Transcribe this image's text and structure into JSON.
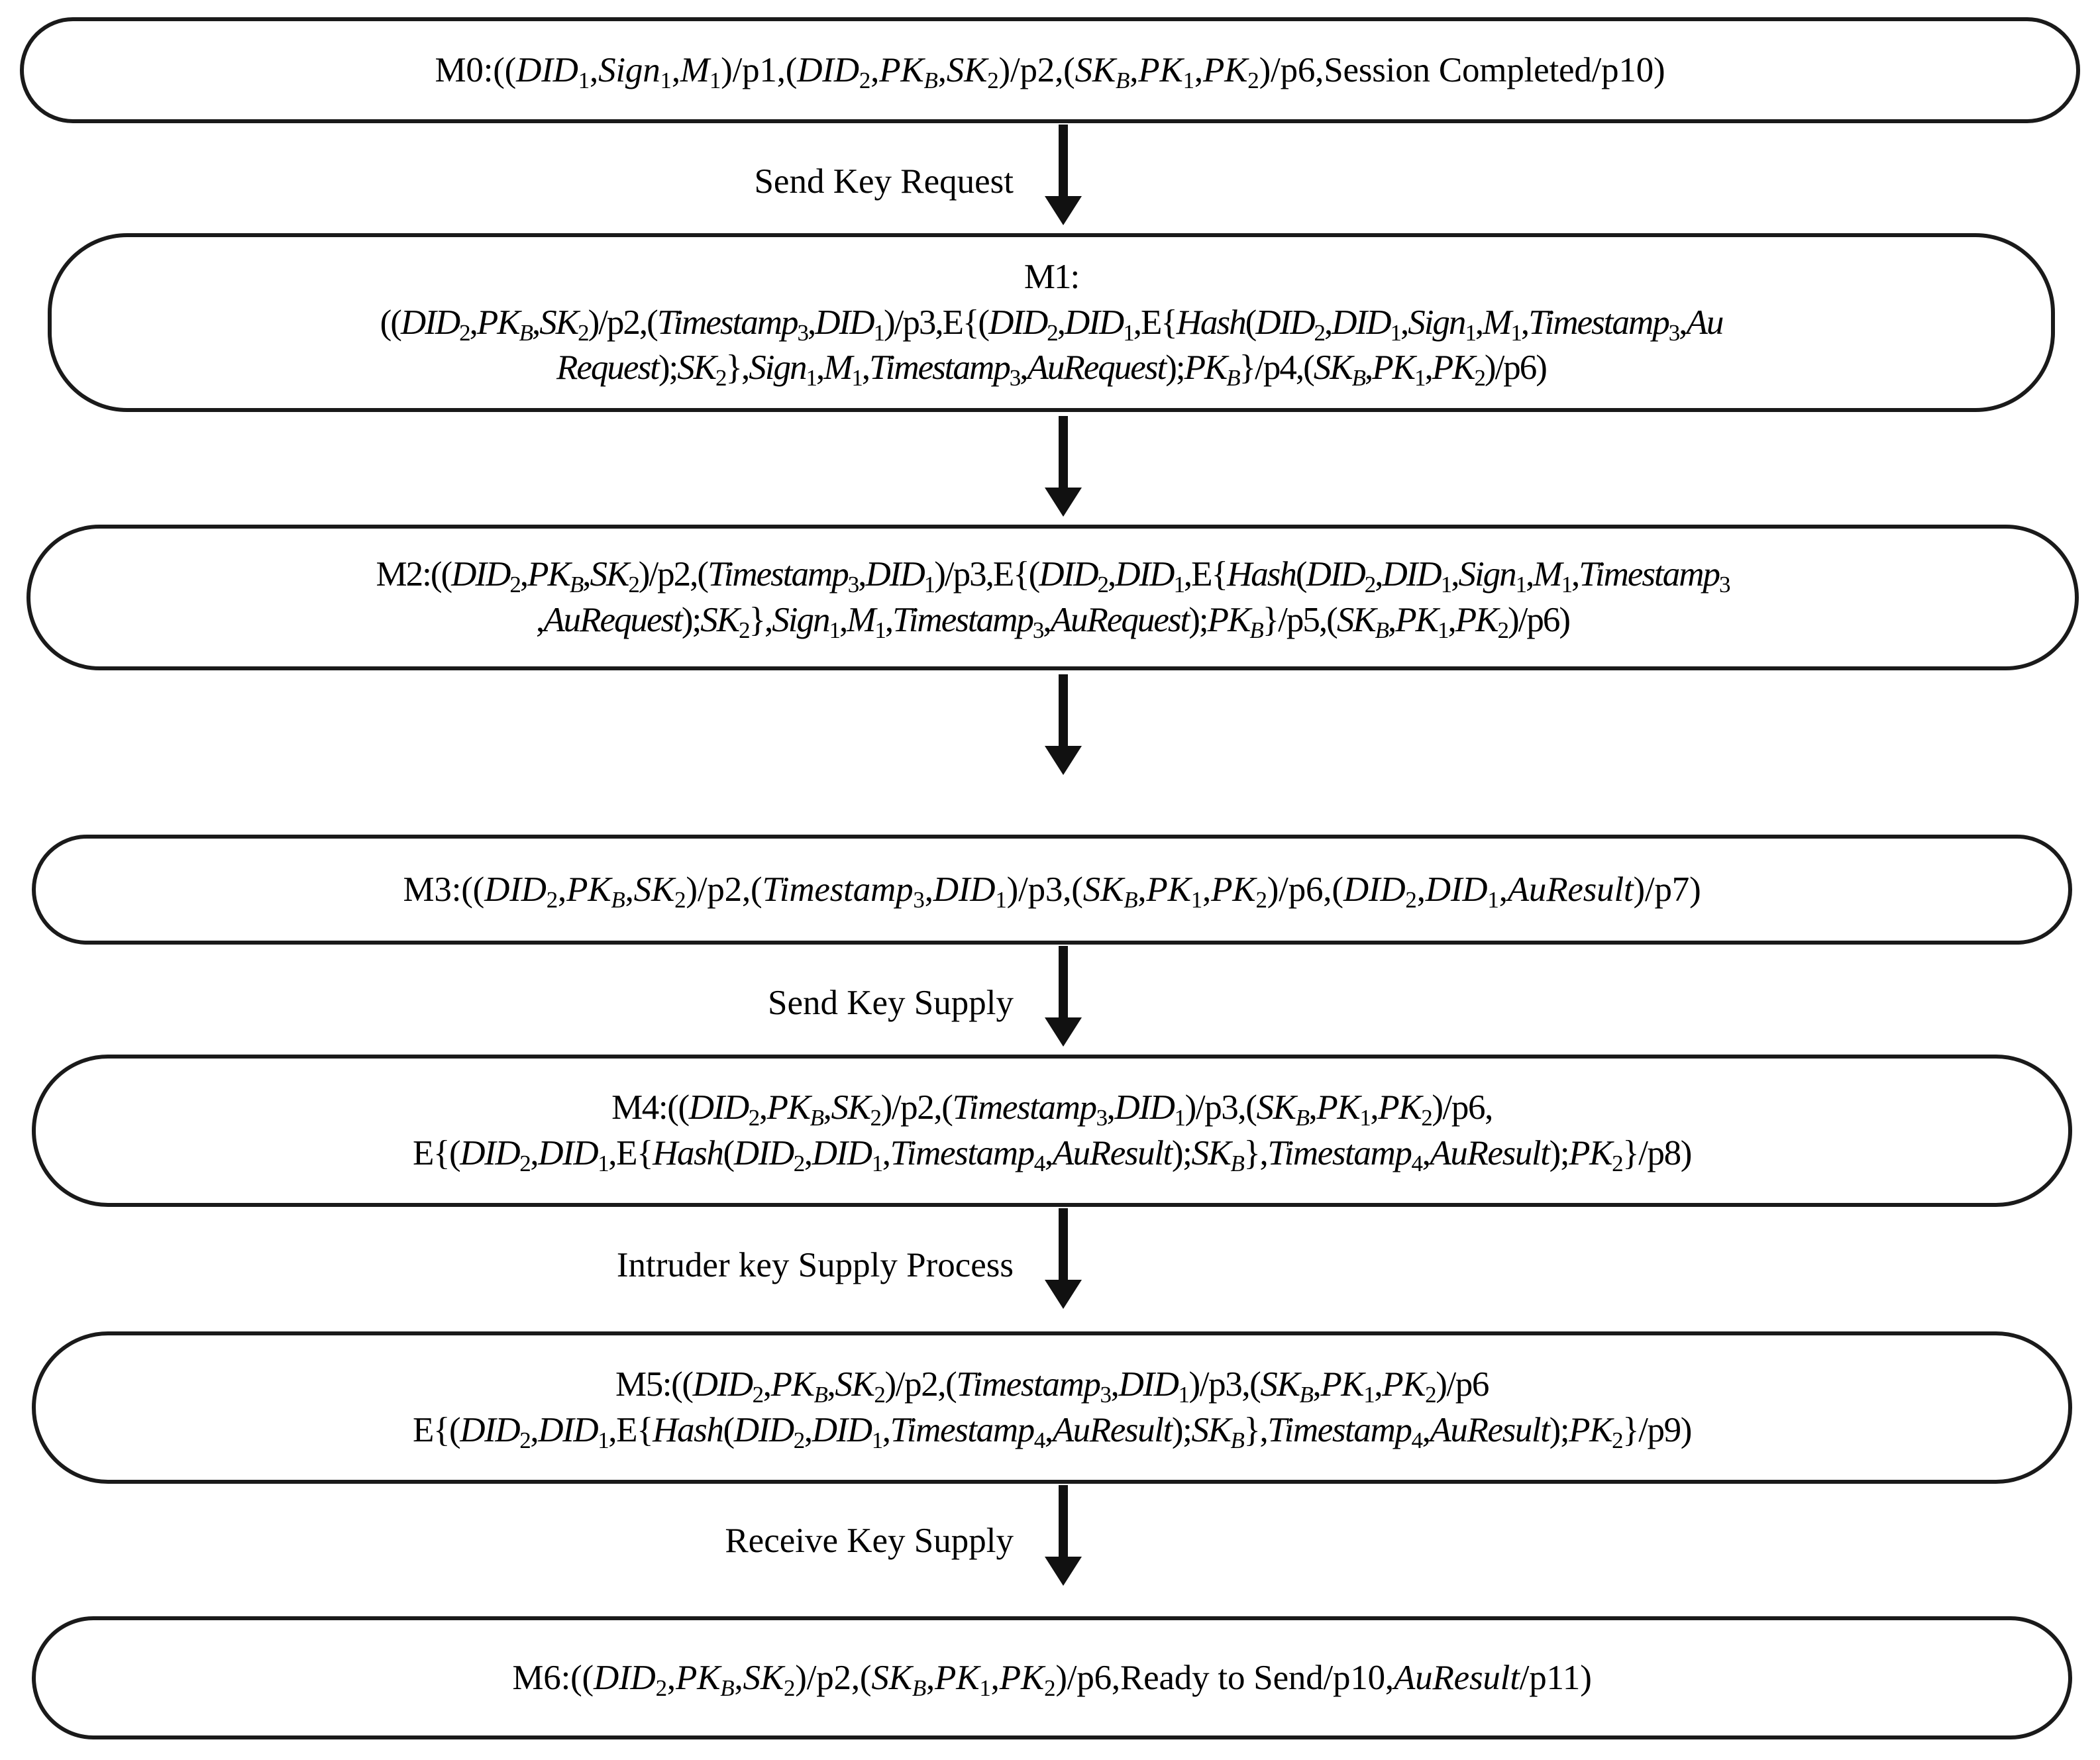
{
  "diagram": {
    "title": "Petri net marking sequence for key request and key supply session",
    "type": "flowchart",
    "orientation": "top-to-bottom",
    "stroke_color": "#1a1a1a",
    "background_color": "#ffffff",
    "nodes": [
      {
        "id": "M0",
        "lines": [
          "M0:((DID₁,Sign₁,M₁)/p1,(DID₂,PK_B,SK₂)/p2,(SK_B,PK₁,PK₂)/p6,Session Completed/p10)"
        ]
      },
      {
        "id": "M1",
        "lines": [
          "M1:",
          "((DID₂,PK_B,SK₂)/p2,(Timestamp₃,DID₁)/p3,E{(DID₂,DID₁,E{Hash(DID₂,DID₁,Sign₁,M₁,Timestamp₃,Au",
          "Request);SK₂},Sign₁,M₁,Timestamp₃,AuRequest);PK_B}/p4,(SK_B,PK₁,PK₂)/p6)"
        ]
      },
      {
        "id": "M2",
        "lines": [
          "M2:((DID₂,PK_B,SK₂)/p2,(Timestamp₃,DID₁)/p3,E{(DID₂,DID₁,E{Hash(DID₂,DID₁,Sign₁,M₁,Timestamp₃",
          ",AuRequest);SK₂},Sign₁,M₁,Timestamp₃,AuRequest);PK_B}/p5,(SK_B,PK₁,PK₂)/p6)"
        ]
      },
      {
        "id": "M3",
        "lines": [
          "M3:((DID₂,PK_B,SK₂)/p2,(Timestamp₃,DID₁)/p3,(SK_B,PK₁,PK₂)/p6,(DID₂,DID₁,AuResult)/p7)"
        ]
      },
      {
        "id": "M4",
        "lines": [
          "M4:((DID₂,PK_B,SK₂)/p2,(Timestamp₃,DID₁)/p3,(SK_B,PK₁,PK₂)/p6,",
          "E{(DID₂,DID₁,E{Hash(DID₂,DID₁,Timestamp₄,AuResult);SK_B},Timestamp₄,AuResult);PK₂}/p8)"
        ]
      },
      {
        "id": "M5",
        "lines": [
          "M5:((DID₂,PK_B,SK₂)/p2,(Timestamp₃,DID₁)/p3,(SK_B,PK₁,PK₂)/p6",
          "E{(DID₂,DID₁,E{Hash(DID₂,DID₁,Timestamp₄,AuResult);SK_B},Timestamp₄,AuResult);PK₂}/p9)"
        ]
      },
      {
        "id": "M6",
        "lines": [
          "M6:((DID₂,PK_B,SK₂)/p2,(SK_B,PK₁,PK₂)/p6,Ready to Send/p10,AuResult/p11)"
        ]
      }
    ],
    "edges": [
      {
        "id": "e0",
        "from": "M0",
        "to": "M1",
        "label": "Send Key Request"
      },
      {
        "id": "e1",
        "from": "M1",
        "to": "M2",
        "label": ""
      },
      {
        "id": "e2",
        "from": "M2",
        "to": "M3",
        "label": ""
      },
      {
        "id": "e3",
        "from": "M3",
        "to": "M4",
        "label": "Send Key Supply"
      },
      {
        "id": "e4",
        "from": "M4",
        "to": "M5",
        "label": "Intruder key Supply Process"
      },
      {
        "id": "e5",
        "from": "M5",
        "to": "M6",
        "label": "Receive Key Supply"
      }
    ]
  }
}
